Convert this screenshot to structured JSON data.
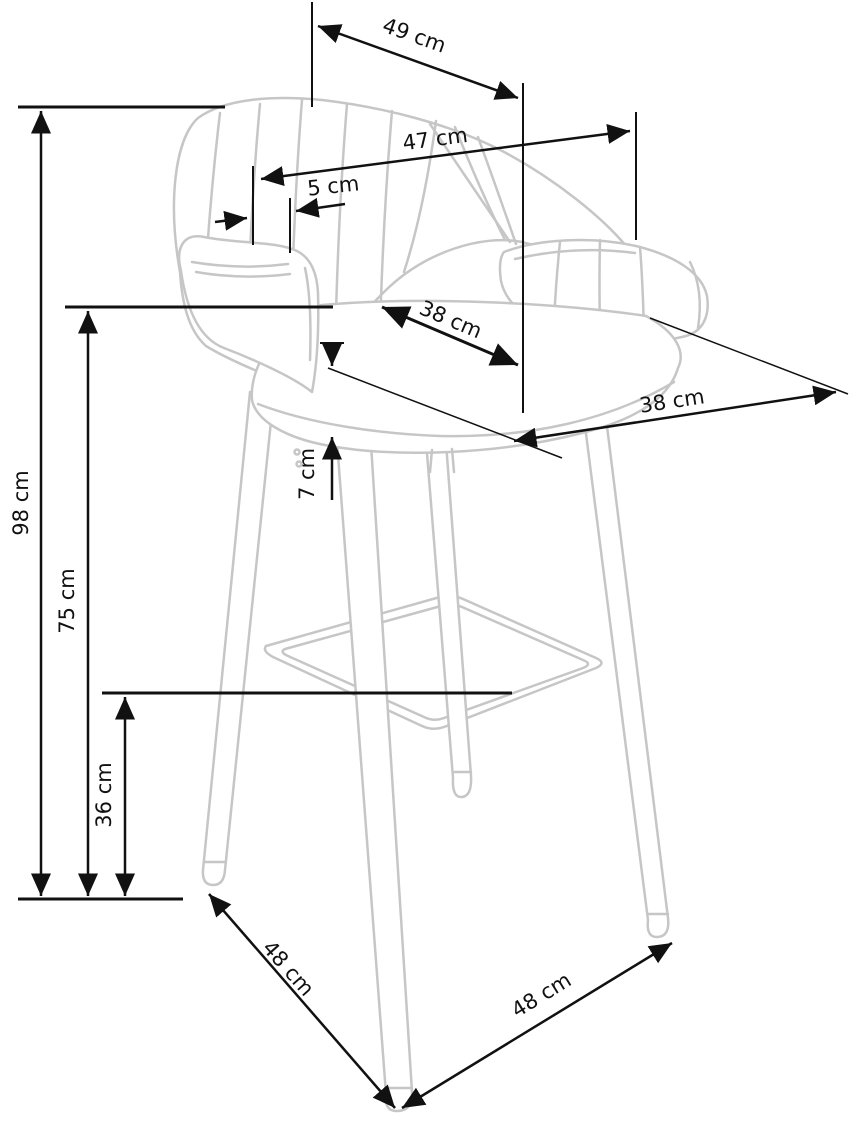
{
  "diagram": {
    "type": "furniture-dimension-drawing",
    "subject": "bar stool with upholstered channel-tufted seat and armrests",
    "unit": "cm",
    "colors": {
      "dimension_lines": "#111111",
      "chair_outline": "#c6c6c6",
      "background": "#ffffff"
    },
    "dimensions": {
      "backrest_depth_top": {
        "label": "49 cm",
        "value": 49
      },
      "overall_width": {
        "label": "47 cm",
        "value": 47
      },
      "channel_spacing": {
        "label": "5 cm",
        "value": 5
      },
      "seat_depth": {
        "label": "38 cm",
        "value": 38
      },
      "seat_cushion_thickness": {
        "label": "7 cm",
        "value": 7
      },
      "seat_width": {
        "label": "38 cm",
        "value": 38
      },
      "total_height": {
        "label": "98 cm",
        "value": 98
      },
      "seat_height": {
        "label": "75 cm",
        "value": 75
      },
      "footrest_height": {
        "label": "36 cm",
        "value": 36
      },
      "base_depth": {
        "label": "48 cm",
        "value": 48
      },
      "base_width": {
        "label": "48 cm",
        "value": 48
      }
    }
  }
}
